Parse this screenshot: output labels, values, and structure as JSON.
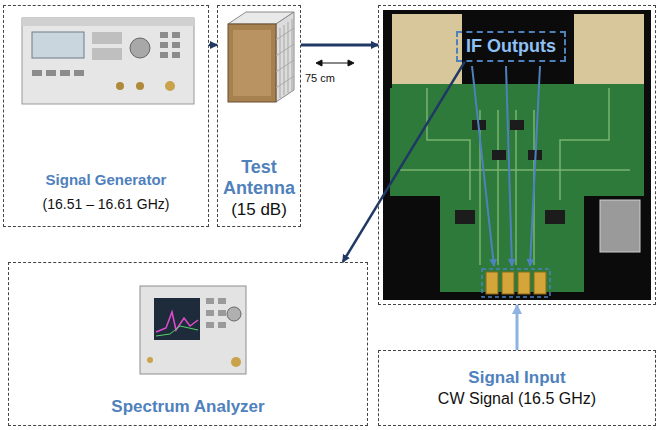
{
  "diagram": {
    "nodes": [
      {
        "text": [
          "Signal Generator",
          "(16.51 – 16.61 GHz)"
        ]
      },
      {
        "text": [
          "Test Antenna",
          "(15 dB)"
        ]
      },
      {
        "text": []
      },
      {
        "text": [
          "IF Outputs"
        ],
        "in": 2
      },
      {
        "text": [
          "Spectrum Analyzer"
        ]
      },
      {
        "text": [
          "Signal Input",
          "CW Signal (16.5 GHz)"
        ]
      }
    ],
    "edges": [
      {
        "from": 0,
        "to": 1,
        "arrow": "to"
      },
      {
        "from": 1,
        "to": 2,
        "arrow": "to"
      },
      {
        "from": 3,
        "to": 4,
        "arrow": "to"
      },
      {
        "from": 5,
        "to": 2,
        "arrow": "to"
      }
    ],
    "labels": [
      "75 cm"
    ]
  }
}
